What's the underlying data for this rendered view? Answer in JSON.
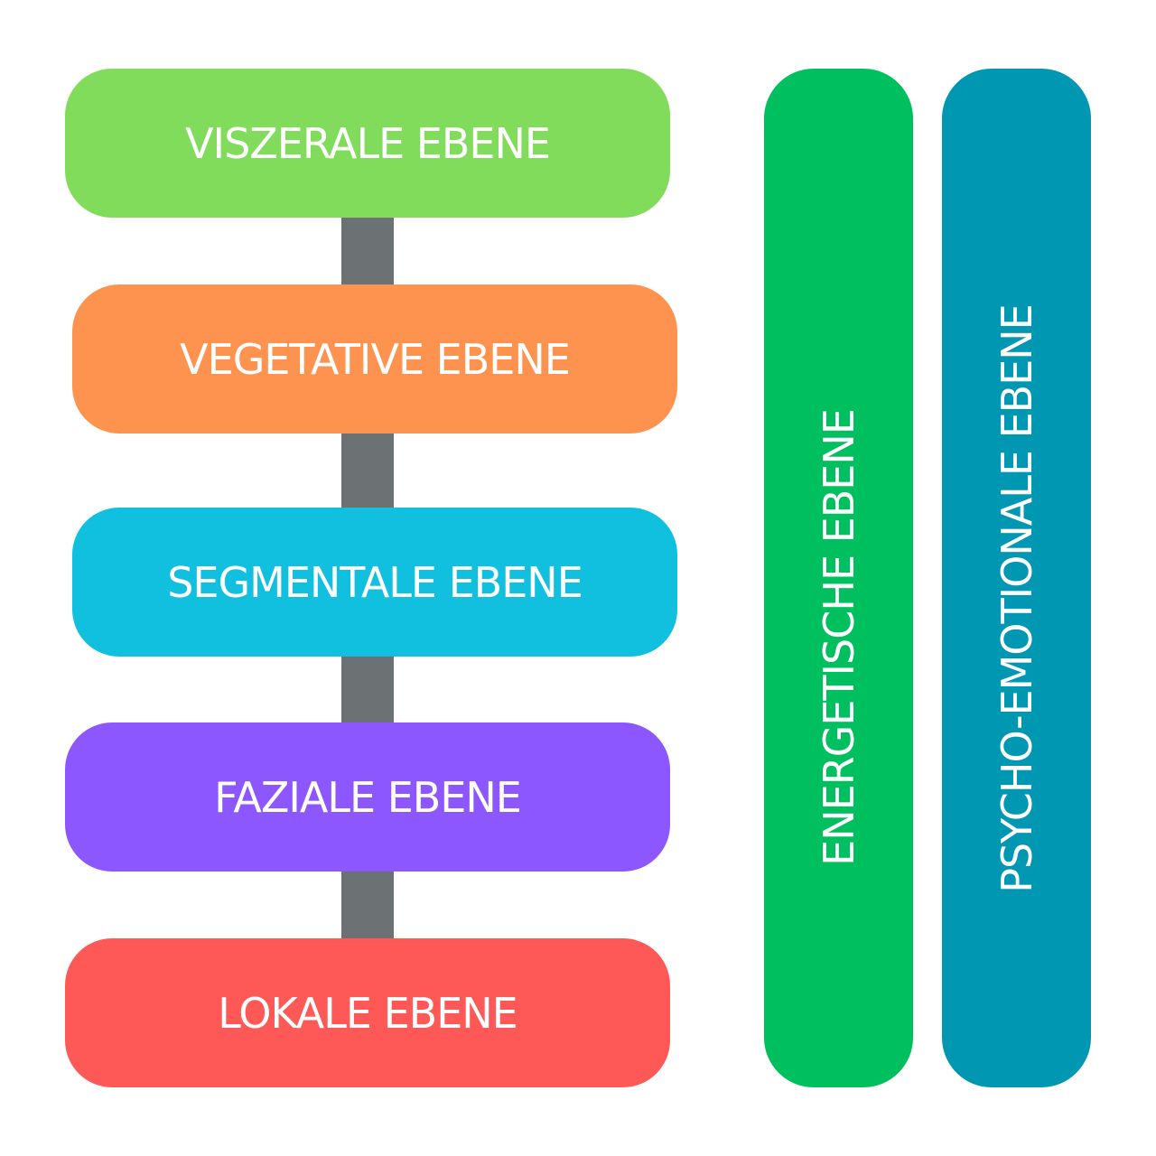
{
  "levels": [
    {
      "label": "VISZERALE EBENE",
      "color": "#80dc5a"
    },
    {
      "label": "VEGETATIVE EBENE",
      "color": "#fe9350"
    },
    {
      "label": "SEGMENTALE EBENE",
      "color": "#10c0de"
    },
    {
      "label": "FAZIALE EBENE",
      "color": "#8c57ff"
    },
    {
      "label": "LOKALE EBENE",
      "color": "#fe5857"
    }
  ],
  "columns": [
    {
      "label": "ENERGETISCHE EBENE",
      "color": "#00bf5f"
    },
    {
      "label": "PSYCHO-EMOTIONALE EBENE",
      "color": "#0097b2"
    }
  ]
}
